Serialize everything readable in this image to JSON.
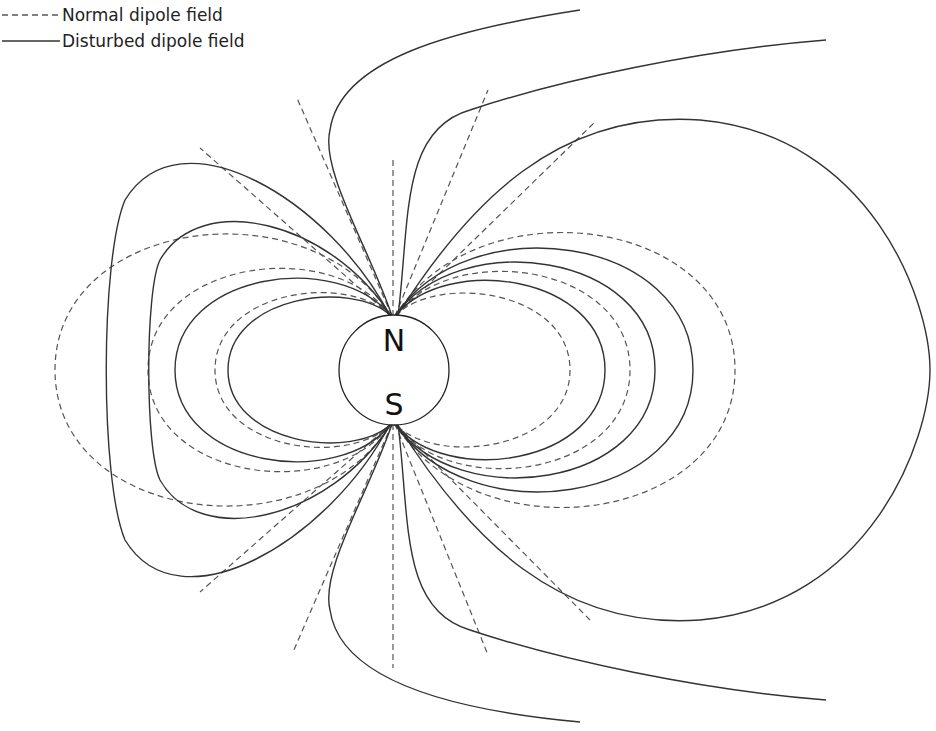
{
  "diagram": {
    "nodes": [
      {
        "text": [
          "N",
          "S"
        ]
      }
    ],
    "legend": [
      {
        "text": "Normal dipole field"
      },
      {
        "text": "Disturbed dipole field"
      }
    ]
  }
}
